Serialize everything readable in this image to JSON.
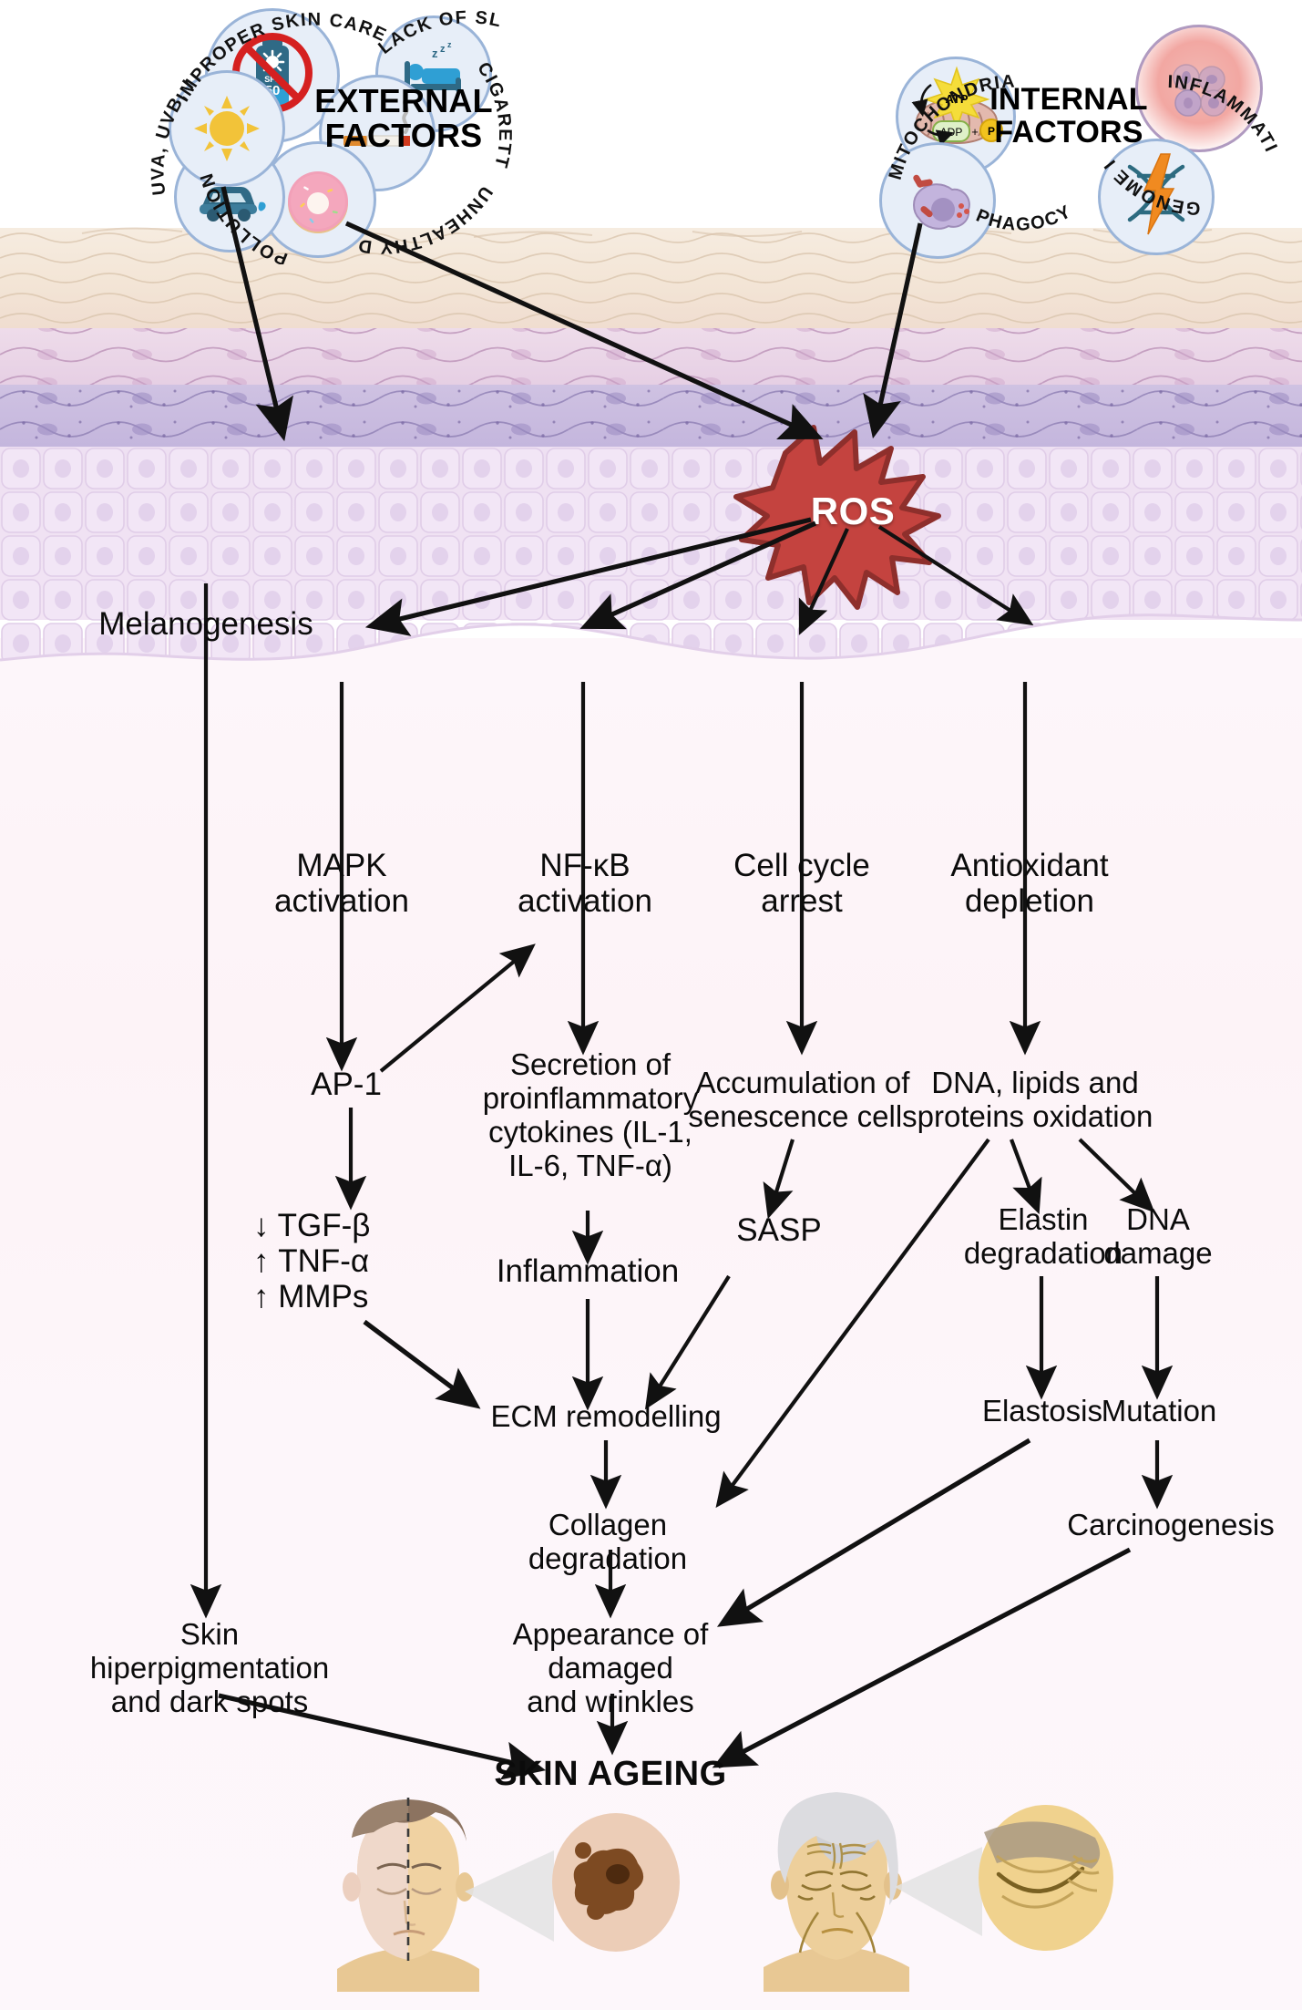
{
  "clusters": {
    "external": {
      "title": "EXTERNAL\nFACTORS",
      "items": [
        {
          "label": "IMPROPER SKIN CARE",
          "icon": "no-sunscreen-icon",
          "badge": "SPF",
          "badge2": "50"
        },
        {
          "label": "LACK OF SLEEP",
          "icon": "bed-sleep-icon"
        },
        {
          "label": "CIGARETTES",
          "icon": "cigarette-icon"
        },
        {
          "label": "UNHEALTHY DIET",
          "icon": "donut-icon"
        },
        {
          "label": "POLLUTION",
          "icon": "car-exhaust-icon"
        },
        {
          "label": "UVA, UVB, IR",
          "icon": "sun-icon"
        }
      ]
    },
    "internal": {
      "title": "INTERNAL\nFACTORS",
      "items": [
        {
          "label": "MITOCHONDRIAL OXIDATION",
          "icon": "mitochondria-icon",
          "atp": "ATP",
          "adp": "ADP",
          "plus": "+",
          "p": "P"
        },
        {
          "label": "INFLAMMATION",
          "icon": "inflammatory-cells-icon"
        },
        {
          "label": "PHAGOCYTOSIS",
          "icon": "macrophage-icon"
        },
        {
          "label": "GENOME INSTABILITY",
          "icon": "dna-lightning-icon"
        }
      ]
    }
  },
  "nodes": {
    "melanogenesis": "Melanogenesis",
    "ros": "ROS",
    "mapk": "MAPK\nactivation",
    "nfkb": "NF-κB\nactivation",
    "cellcycle": "Cell cycle\narrest",
    "antioxidant": "Antioxidant\ndepletion",
    "ap1": "AP-1",
    "secretion": "Secretion of\nproinflammatory\ncytokines (IL-1,\nIL-6, TNF-α)",
    "accumulation": "Accumulation of\nsenescence cells",
    "dnalipids": "DNA, lipids and\nproteins oxidation",
    "tgf": "↓ TGF-β\n↑ TNF-α\n↑ MMPs",
    "inflammation": "Inflammation",
    "sasp": "SASP",
    "elastin": "Elastin\ndegradation",
    "dnadamage": "DNA\ndamage",
    "ecm": "ECM remodelling",
    "elastosis": "Elastosis",
    "mutation": "Mutation",
    "collagen": "Collagen degradation",
    "carcinogenesis": "Carcinogenesis",
    "hyperpig": "Skin hiperpigmentation\nand dark spots",
    "appearance": "Appearance of damaged\nand wrinkles",
    "skinageing": "SKIN AGEING"
  },
  "bottom_figures": [
    {
      "name": "young-face",
      "magnified": "dark-spot-mole"
    },
    {
      "name": "old-face",
      "magnified": "wrinkle-closeup"
    }
  ],
  "colors": {
    "ros_fill": "#c4433f",
    "ros_stroke": "#8e2f2c",
    "bubble_fill": "#e7eef8",
    "bubble_stroke": "#9ab4d8",
    "arrow": "#111111",
    "corneum": "#f3e5d6",
    "granulosum": "#e6cfe4",
    "spinosum": "#c4b6dd",
    "basale": "#f0e2f3"
  }
}
